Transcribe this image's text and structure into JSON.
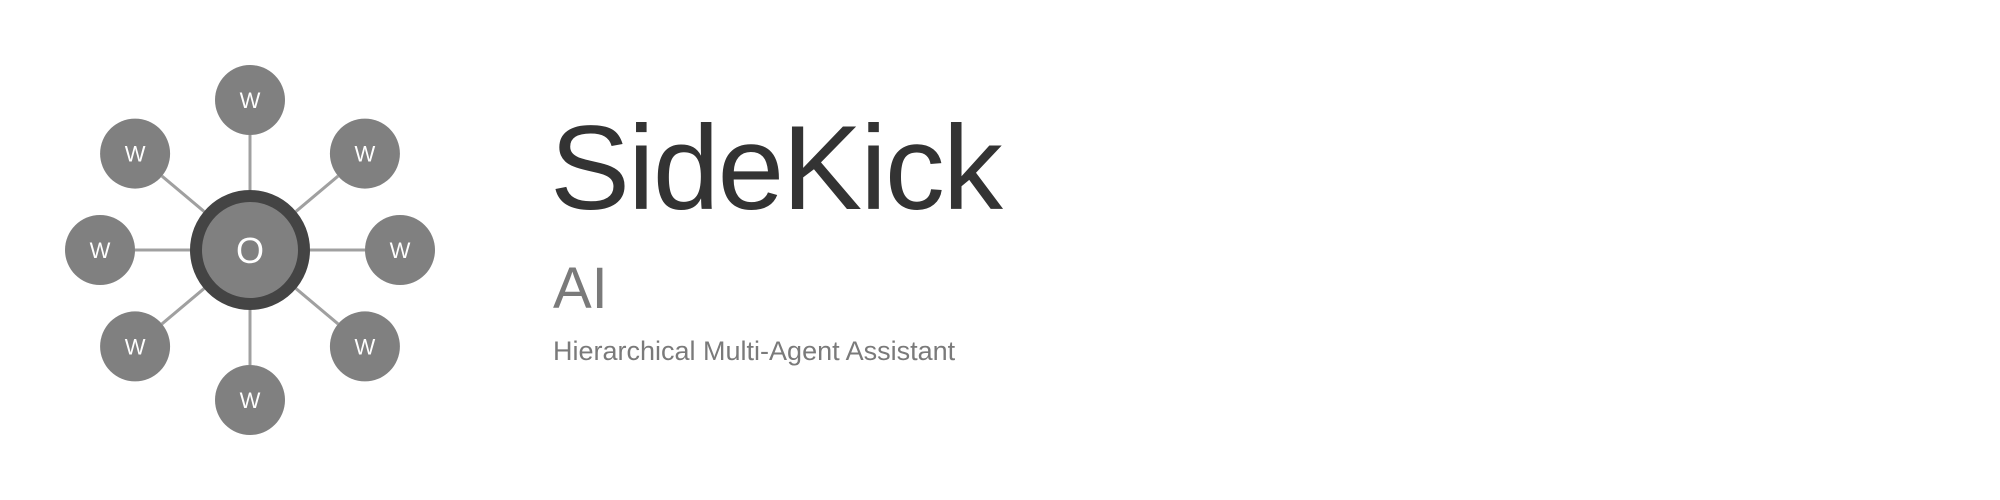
{
  "logo": {
    "orchestrator_label": "O",
    "worker_label": "W",
    "colors": {
      "node_fill": "#808080",
      "ring": "#444444",
      "spoke": "#a0a0a0",
      "node_text": "#ffffff"
    }
  },
  "brand": {
    "name": "SideKick",
    "suffix": "AI",
    "tagline": "Hierarchical Multi-Agent Assistant"
  }
}
